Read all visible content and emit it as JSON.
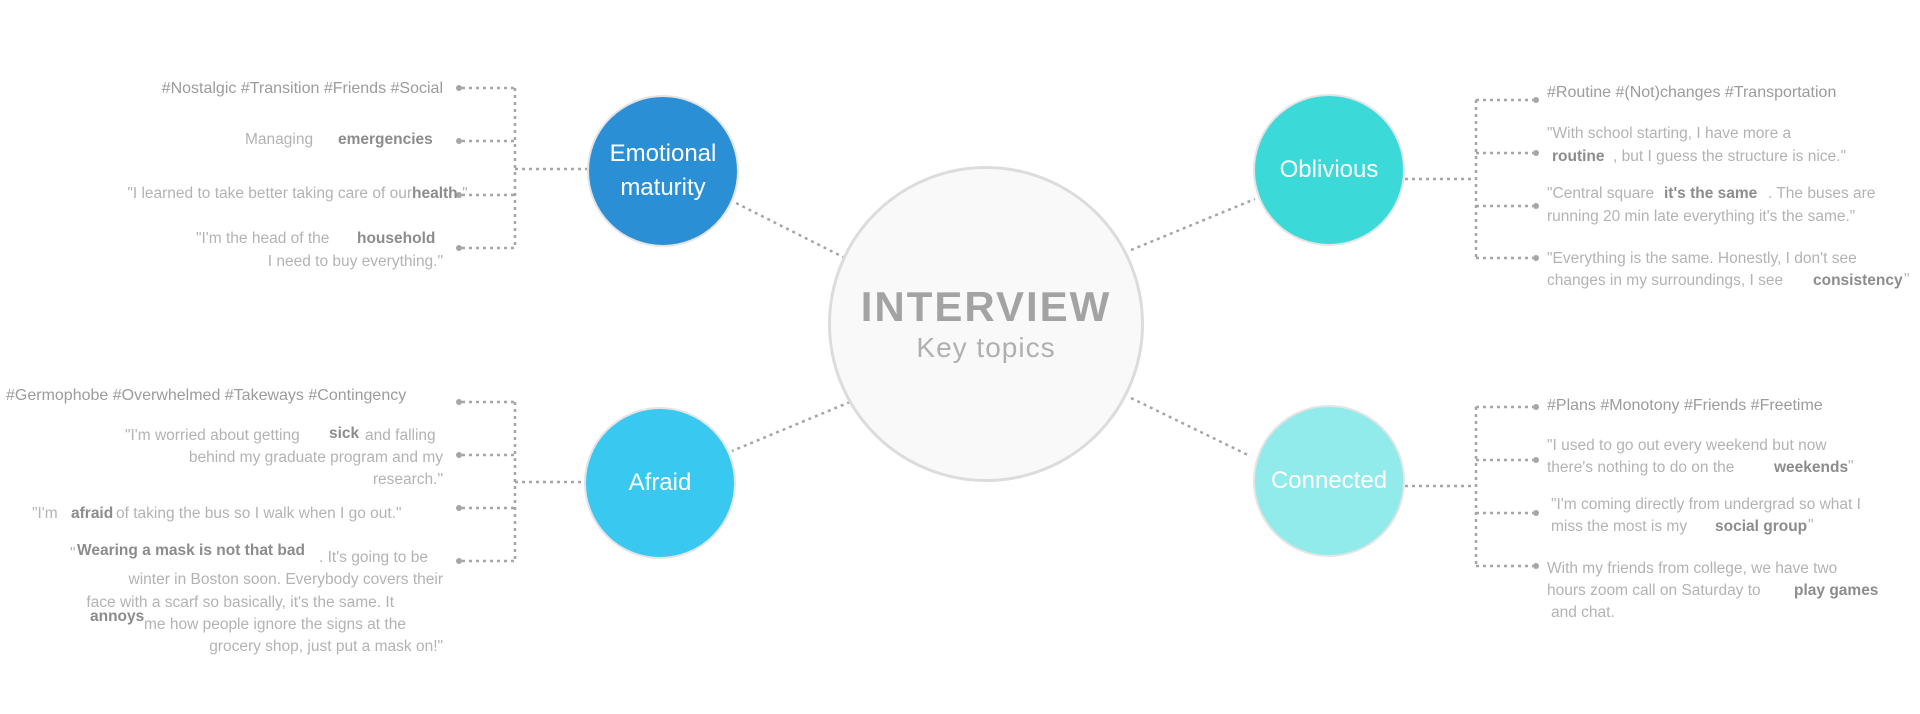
{
  "center": {
    "title": "INTERVIEW",
    "subtitle": "Key topics"
  },
  "colors": {
    "emotional": "#2b8fd6",
    "afraid": "#38c8f0",
    "oblivious": "#3cd9d9",
    "connected": "#92ebeb",
    "line": "#a6a6a6"
  },
  "nodes": {
    "emotional": {
      "line1": "Emotional",
      "line2": "maturity"
    },
    "afraid": {
      "label": "Afraid"
    },
    "oblivious": {
      "label": "Oblivious"
    },
    "connected": {
      "label": "Connected"
    }
  },
  "emotional": {
    "tags": "#Nostalgic #Transition #Friends #Social",
    "q1": {
      "pre": "Managing",
      "kw": "emergencies"
    },
    "q2": {
      "pre": "\"I learned to take better taking care of our",
      "kw": "health",
      "post": ".\""
    },
    "q3": {
      "pre": "\"I'm the head of the",
      "kw": "household",
      "line2": "I need to buy everything.\""
    }
  },
  "afraid": {
    "tags": "#Germophobe #Overwhelmed #Takeways #Contingency",
    "q1": {
      "pre": "\"I'm worried about getting",
      "kw": "sick",
      "post": "and falling",
      "line2": "behind my graduate program and my",
      "line3": "research.\""
    },
    "q2": {
      "pre": "\"I'm",
      "kw": "afraid",
      "post": "of taking the bus so I walk when I go out.\""
    },
    "q3": {
      "quote": "\"",
      "kw": "Wearing a mask is not that bad",
      "post": ". It's going to be",
      "line2": "winter in Boston soon. Everybody covers their",
      "line3": "face with a scarf so basically, it's the same. It",
      "kw2": "annoys",
      "line4": "me how people ignore the signs at the",
      "line5": "grocery shop, just put a mask on!\""
    }
  },
  "oblivious": {
    "tags": "#Routine #(Not)changes #Transportation",
    "q1": {
      "line1": "\"With school starting, I have more a",
      "kw": "routine",
      "post": ", but I guess the structure is nice.\""
    },
    "q2": {
      "pre": "\"Central square",
      "kw": "it's the same",
      "post": ". The buses are",
      "line2": "running 20 min late everything it's the same.\""
    },
    "q3": {
      "line1": "\"Everything is the same. Honestly, I don't see",
      "pre": "changes in my surroundings, I see",
      "kw": "consistency",
      "post": "\""
    }
  },
  "connected": {
    "tags": "#Plans #Monotony #Friends #Freetime",
    "q1": {
      "line1": "\"I used to go out every weekend but now",
      "pre": "there's nothing to do on the",
      "kw": "weekends",
      "post": "\""
    },
    "q2": {
      "line1": "\"I'm coming directly from undergrad so what I",
      "pre": "miss the most is my",
      "kw": "social group",
      "post": "\""
    },
    "q3": {
      "line1": "With my friends from college, we have two",
      "pre": "hours zoom call on Saturday to",
      "kw": "play games",
      "line3": "and chat."
    }
  }
}
